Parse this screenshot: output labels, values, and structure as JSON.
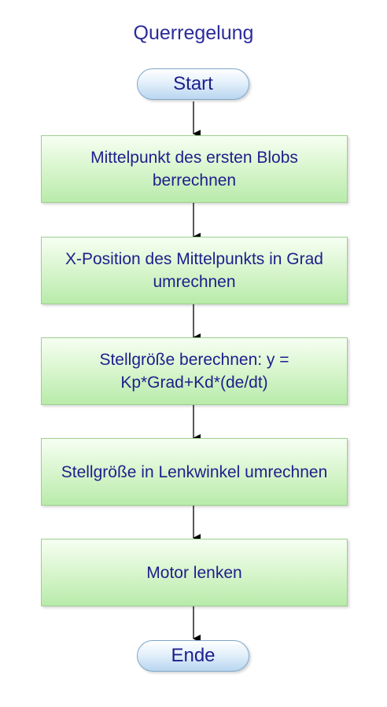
{
  "diagram": {
    "title": "Querregelung",
    "start": "Start",
    "end": "Ende",
    "steps": [
      "Mittelpunkt des ersten Blobs berrechnen",
      "X-Position des Mittelpunkts in Grad umrechnen",
      "Stellgröße berechnen: y = Kp*Grad+Kd*(de/dt)",
      "Stellgröße in Lenkwinkel umrechnen",
      "Motor lenken"
    ]
  },
  "colors": {
    "text": "#1e1e8c",
    "process_fill": "#cfeec4",
    "process_border": "#9ccf8e",
    "terminal_fill": "#d3e6f7",
    "terminal_border": "#7fa7c9",
    "connector": "#000000"
  }
}
